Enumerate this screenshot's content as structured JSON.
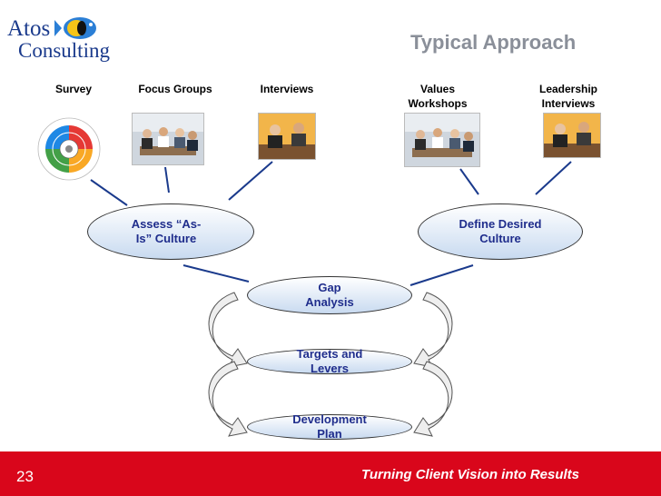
{
  "logo": {
    "line1": "Atos",
    "line2": "Consulting"
  },
  "title": "Typical Approach",
  "sources": [
    {
      "label": "Survey",
      "icon": "survey-wheel-icon"
    },
    {
      "label": "Focus Groups",
      "icon": "meeting-photo"
    },
    {
      "label": "Interviews",
      "icon": "meeting-photo"
    },
    {
      "label": "Values\nWorkshops",
      "icon": "meeting-photo"
    },
    {
      "label": "Leadership\nInterviews",
      "icon": "meeting-photo"
    }
  ],
  "nodes": {
    "assess": "Assess “As-Is” Culture",
    "define": "Define Desired Culture",
    "gap": "Gap Analysis",
    "targets": "Targets and Levers",
    "development": "Development Plan"
  },
  "footer": {
    "page_number": "23",
    "tagline": "Turning Client Vision into Results"
  },
  "colors": {
    "footer": "#d9061b",
    "node_text": "#1f2d8c",
    "title": "#8a8f99",
    "connector": "#1a3a8c"
  }
}
